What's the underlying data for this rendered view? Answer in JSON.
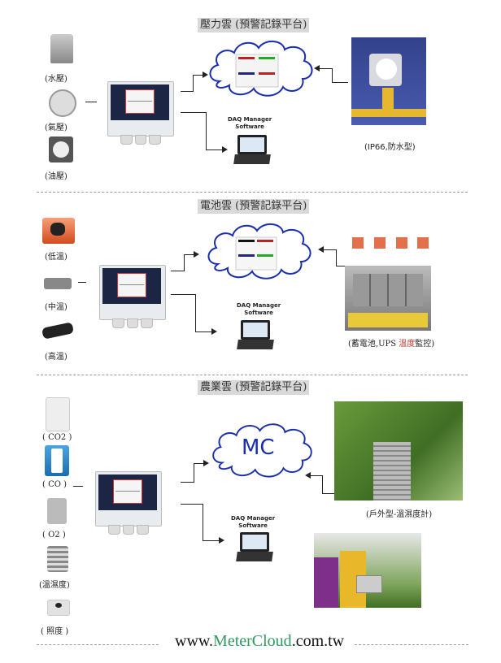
{
  "sections": [
    {
      "title": "壓力雲 (預警記錄平台)",
      "sensors": [
        "(水壓)",
        "(氣壓)",
        "(油壓)"
      ],
      "software_label": [
        "DAQ Manager",
        "Software"
      ],
      "photo_caption": "(IP66,防水型)"
    },
    {
      "title": "電池雲 (預警記錄平台)",
      "sensors": [
        "(低溫)",
        "(中溫)",
        "(高溫)"
      ],
      "software_label": [
        "DAQ Manager",
        "Software"
      ],
      "photo_caption_prefix": "(蓄電池,UPS ",
      "photo_caption_highlight": "溫度",
      "photo_caption_suffix": "監控)"
    },
    {
      "title": "農業雲 (預警記錄平台)",
      "sensors": [
        "( CO2 )",
        "( CO )",
        "( O2 )",
        "(溫濕度)",
        "( 照度 )"
      ],
      "cloud_text": "MC",
      "software_label": [
        "DAQ Manager",
        "Software"
      ],
      "photo_caption": "(戶外型-溫濕度計)"
    }
  ],
  "footer": {
    "prefix": "www.",
    "brand": "MeterCloud",
    "suffix": ".com.tw"
  },
  "colors": {
    "cloud_outline": "#1a2fb0",
    "brand_green": "#2e9a5e",
    "highlight_red": "#c0392b"
  }
}
